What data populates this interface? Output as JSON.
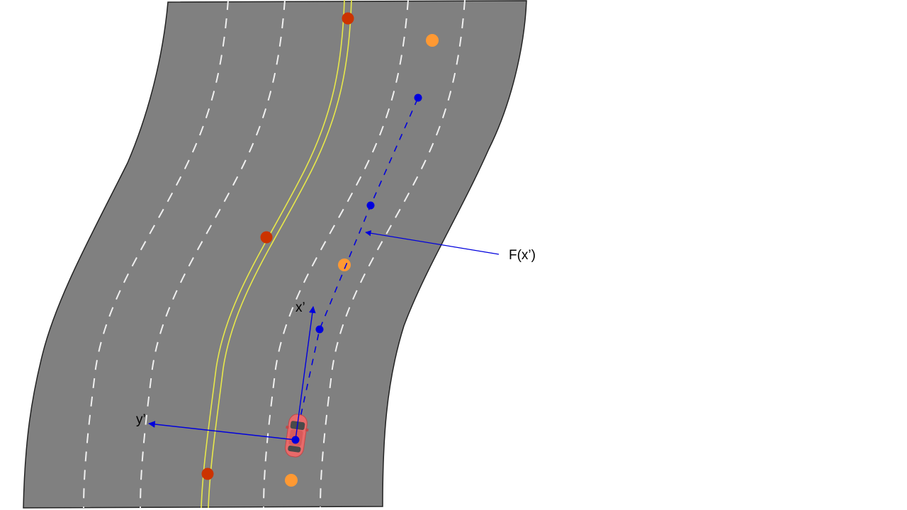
{
  "labels": {
    "x_axis": "x’",
    "y_axis": "y’",
    "function": "F(x’)"
  },
  "colors": {
    "road": "#808080",
    "road_edge": "#222222",
    "lane_marking": "#f0f0f0",
    "center_line": "#e8e84a",
    "red_point": "#cc3300",
    "orange_point": "#ff9933",
    "blue": "#0000dd",
    "car_body": "#e86a6a"
  }
}
